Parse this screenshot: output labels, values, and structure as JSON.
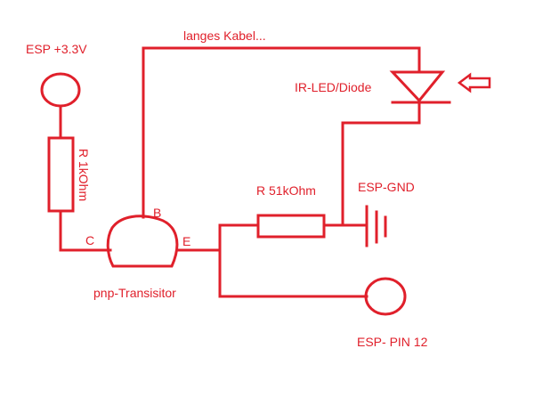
{
  "colors": {
    "wire": "#e0202b",
    "background": "#ffffff"
  },
  "labels": {
    "supply": "ESP +3.3V",
    "cable": "langes Kabel...",
    "ir_component": "IR-LED/Diode",
    "r1": "R 1kOhm",
    "r2": "R 51kOhm",
    "gnd": "ESP-GND",
    "pin_b": "B",
    "pin_c": "C",
    "pin_e": "E",
    "transistor": "pnp-Transisitor",
    "esp_pin": "ESP- PIN 12"
  }
}
